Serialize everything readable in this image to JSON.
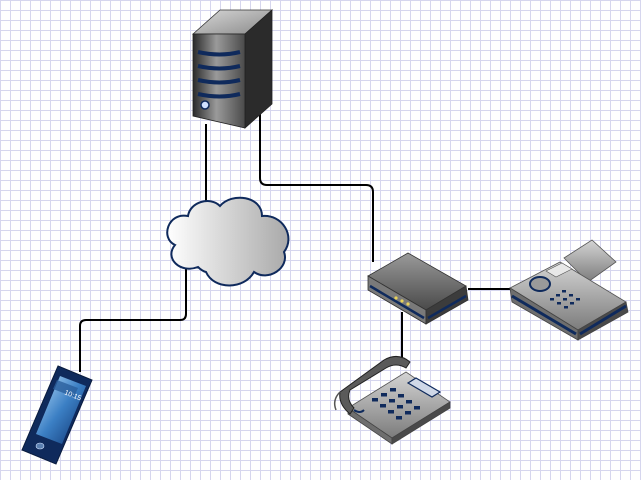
{
  "diagram": {
    "nodes": [
      {
        "id": "server",
        "icon": "server-icon"
      },
      {
        "id": "cloud",
        "icon": "cloud-icon"
      },
      {
        "id": "router",
        "icon": "router-icon"
      },
      {
        "id": "fax",
        "icon": "fax-machine-icon"
      },
      {
        "id": "desk-phone",
        "icon": "desk-phone-icon"
      },
      {
        "id": "smartphone",
        "icon": "smartphone-icon",
        "screen_time": "10:15"
      }
    ],
    "edges": [
      {
        "from": "server",
        "to": "cloud"
      },
      {
        "from": "server",
        "to": "router"
      },
      {
        "from": "cloud",
        "to": "smartphone"
      },
      {
        "from": "router",
        "to": "fax"
      },
      {
        "from": "router",
        "to": "desk-phone"
      }
    ]
  },
  "colors": {
    "accent_navy": "#0f2a5c",
    "device_gray": "#6e6e6e",
    "connector": "#000000",
    "grid": "#d6d6ee"
  }
}
